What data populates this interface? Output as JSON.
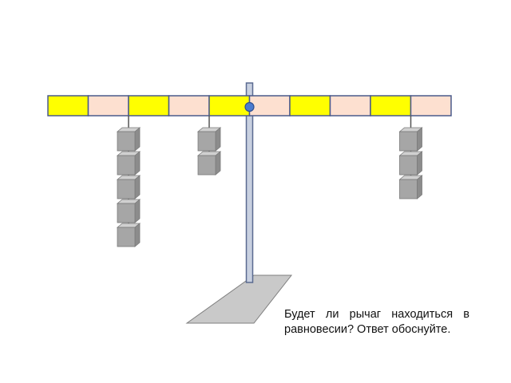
{
  "question": "Будет ли рычаг находиться в равновесии? Ответ обоснуйте.",
  "lever": {
    "segments": 10,
    "pivot_segment_boundary": 5,
    "segment_colors": [
      "#ffff00",
      "#fde0d0"
    ],
    "border_color": "#4a5a8c",
    "pivot_color": "#4a7bd0"
  },
  "loads": [
    {
      "side": "left",
      "distance_segments": 3,
      "weights": 5
    },
    {
      "side": "left",
      "distance_segments": 1,
      "weights": 2
    },
    {
      "side": "right",
      "distance_segments": 4,
      "weights": 3
    }
  ],
  "stand": {
    "pole_color": "#c8d0e0",
    "base_color": "#c9c9c9"
  }
}
